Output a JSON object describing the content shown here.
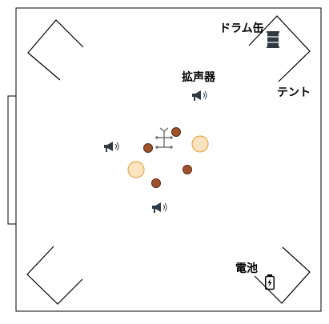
{
  "labels": {
    "drum": "ドラム缶",
    "speaker": "拡声器",
    "tent": "テント",
    "battery": "電池"
  },
  "colors": {
    "line": "#000000",
    "icon": "#2f3a45",
    "bead_fill": "#a0522d",
    "bead_stroke": "#5a2a10",
    "disc_fill": "#fde3c0",
    "disc_stroke": "#e6a64f"
  },
  "icons": {
    "drum": "oil-drum-icon",
    "megaphone": "megaphone-icon",
    "battery": "battery-icon",
    "center": "tripod-light-icon"
  }
}
